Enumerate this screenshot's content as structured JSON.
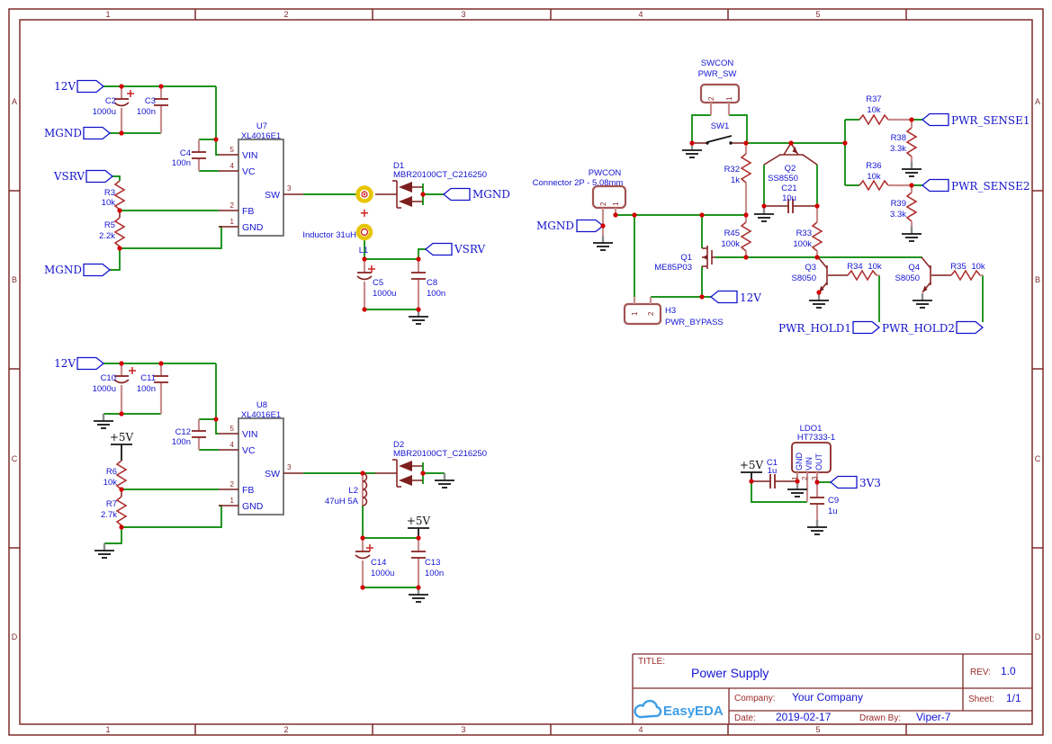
{
  "frame": {
    "columns": [
      "1",
      "2",
      "3",
      "4",
      "5"
    ],
    "rows": [
      "A",
      "B",
      "C",
      "D"
    ]
  },
  "buck1": {
    "net_in": "12V",
    "net_gnd_in": "MGND",
    "net_fb": "VSRV",
    "net_gnd_fb": "MGND",
    "net_out_gnd": "MGND",
    "net_out": "VSRV",
    "c2": [
      "C2",
      "1000u"
    ],
    "c3": [
      "C3",
      "100n"
    ],
    "c4": [
      "C4",
      "100n"
    ],
    "c5": [
      "C5",
      "1000u"
    ],
    "c8": [
      "C8",
      "100n"
    ],
    "r3": [
      "R3",
      "10k"
    ],
    "r5": [
      "R5",
      "2.2k"
    ],
    "u7": [
      "U7",
      "XL4016E1"
    ],
    "d1": [
      "D1",
      "MBR20100CT_C216250"
    ],
    "l1_ref": "L1",
    "l1_note": "Inductor 31uH",
    "plus": "+"
  },
  "ic_pins": {
    "vin": [
      "5",
      "VIN"
    ],
    "vc": [
      "4",
      "VC"
    ],
    "fb": [
      "2",
      "FB"
    ],
    "gnd": [
      "1",
      "GND"
    ],
    "sw": [
      "3",
      "SW"
    ]
  },
  "ctrl": {
    "swcon_ref": "SWCON",
    "swcon_val": "PWR_SW",
    "swcon_pins": [
      "2",
      "1"
    ],
    "sw1": "SW1",
    "pwcon_ref": "PWCON",
    "pwcon_val": "Connector 2P - 5.08mm",
    "pwcon_pins": [
      "2",
      "1"
    ],
    "net_mgnd": "MGND",
    "r32": [
      "R32",
      "1k"
    ],
    "r45": [
      "R45",
      "100k"
    ],
    "r33": [
      "R33",
      "100k"
    ],
    "q2": [
      "Q2",
      "SS8550"
    ],
    "c21": [
      "C21",
      "10u"
    ],
    "q1": [
      "Q1",
      "ME85P03"
    ],
    "net_12v": "12V",
    "h3_ref": "H3",
    "h3_val": "PWR_BYPASS",
    "h3_pins": [
      "1",
      "2"
    ],
    "r37": [
      "R37",
      "10k"
    ],
    "r38": [
      "R38",
      "3.3k"
    ],
    "net_sense1": "PWR_SENSE1",
    "r36": [
      "R36",
      "10k"
    ],
    "r39": [
      "R39",
      "3.3k"
    ],
    "net_sense2": "PWR_SENSE2",
    "q3": [
      "Q3",
      "S8050"
    ],
    "r34": [
      "R34",
      "10k"
    ],
    "net_hold1": "PWR_HOLD1",
    "q4": [
      "Q4",
      "S8050"
    ],
    "r35": [
      "R35",
      "10k"
    ],
    "net_hold2": "PWR_HOLD2"
  },
  "buck2": {
    "net_in": "12V",
    "p5v": "+5V",
    "p5v_out": "+5V",
    "c10": [
      "C10",
      "1000u"
    ],
    "c11": [
      "C11",
      "100n"
    ],
    "c12": [
      "C12",
      "100n"
    ],
    "c13": [
      "C13",
      "100n"
    ],
    "c14": [
      "C14",
      "1000u"
    ],
    "r6": [
      "R6",
      "10k"
    ],
    "r7": [
      "R7",
      "2.7k"
    ],
    "u8": [
      "U8",
      "XL4016E1"
    ],
    "d2": [
      "D2",
      "MBR20100CT_C216250"
    ],
    "l2": [
      "L2",
      "47uH 5A"
    ]
  },
  "ldo": {
    "ref": "LDO1",
    "val": "HT7333-1",
    "pins": [
      "GND",
      "VIN",
      "OUT"
    ],
    "pin_nums": [
      "1",
      "2",
      "3"
    ],
    "p5v": "+5V",
    "c1": [
      "C1",
      "1u"
    ],
    "c9": [
      "C9",
      "1u"
    ],
    "net_out": "3V3"
  },
  "title_block": {
    "title_label": "TITLE:",
    "title": "Power Supply",
    "rev_label": "REV:",
    "rev": "1.0",
    "company_label": "Company:",
    "company": "Your Company",
    "sheet_label": "Sheet:",
    "sheet": "1/1",
    "date_label": "Date:",
    "date": "2019-02-17",
    "drawn_label": "Drawn By:",
    "drawn_by": "Viper-7",
    "logo": "EasyEDA"
  }
}
